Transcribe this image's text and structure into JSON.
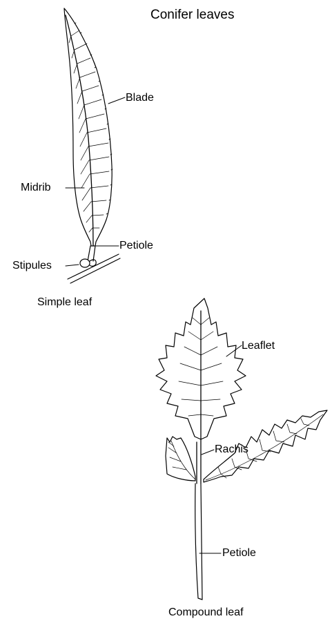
{
  "diagram": {
    "title": "Conifer leaves",
    "simple_leaf": {
      "caption": "Simple leaf",
      "labels": {
        "blade": "Blade",
        "midrib": "Midrib",
        "petiole": "Petiole",
        "stipules": "Stipules"
      }
    },
    "compound_leaf": {
      "caption": "Compound leaf",
      "labels": {
        "leaflet": "Leaflet",
        "rachis": "Rachis",
        "petiole": "Petiole"
      }
    },
    "colors": {
      "line": "#000000",
      "fill": "#ffffff",
      "background": "#ffffff"
    }
  }
}
